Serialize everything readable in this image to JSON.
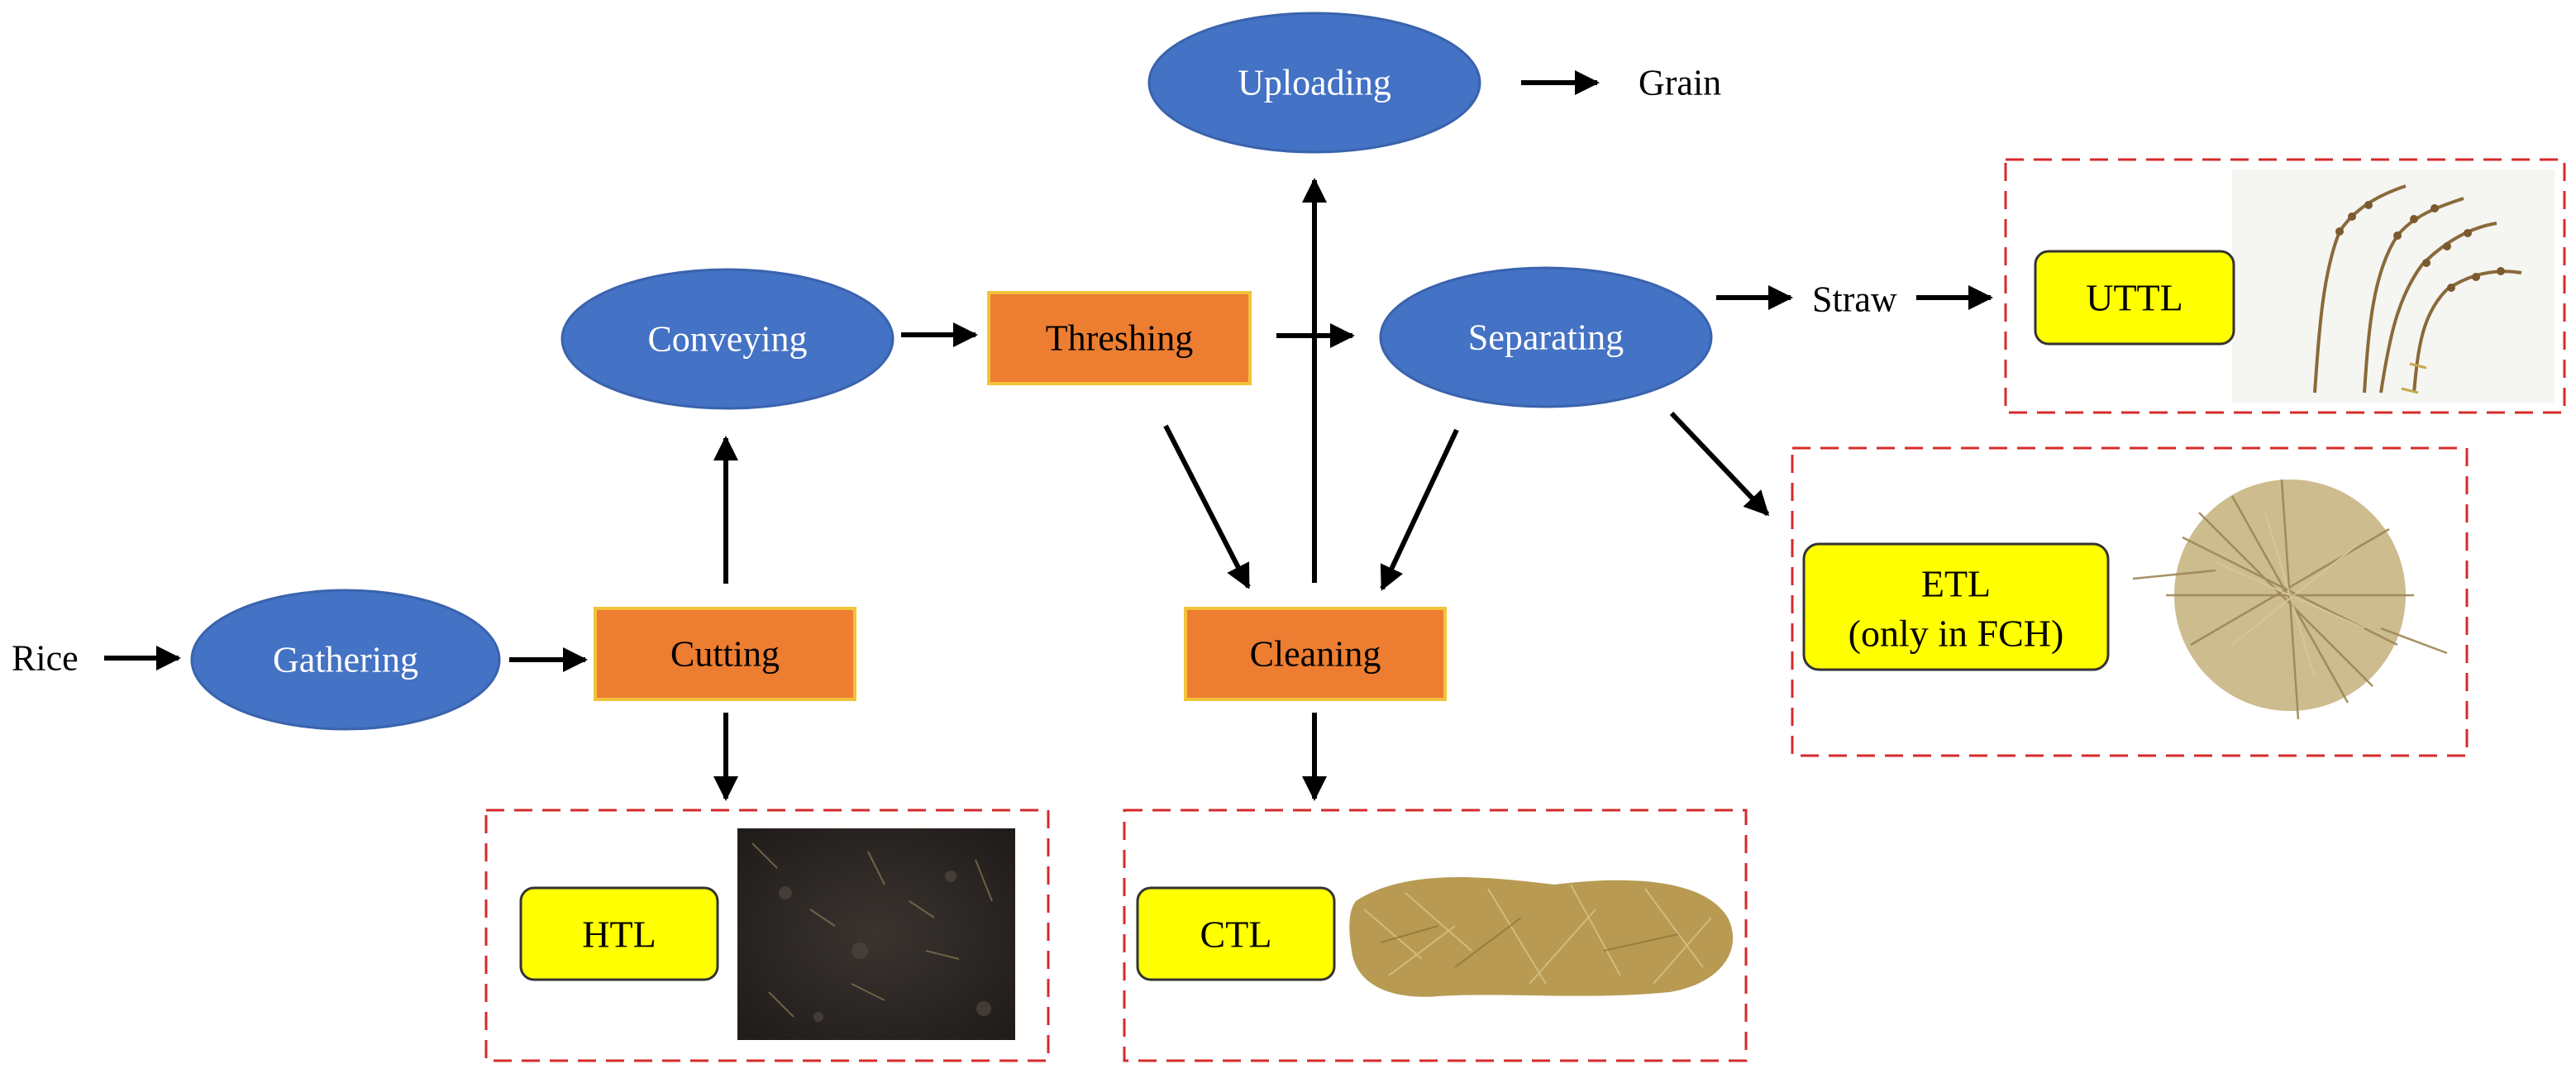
{
  "colors": {
    "process_ellipse": "#4472c4",
    "process_rect": "#ed7d31",
    "loss_label_bg": "#ffff00",
    "loss_box_border": "#d62b2b"
  },
  "diagram": {
    "inputs": {
      "rice": "Rice"
    },
    "outputs": {
      "grain": "Grain",
      "straw": "Straw"
    },
    "stages": {
      "gathering": "Gathering",
      "cutting": "Cutting",
      "conveying": "Conveying",
      "threshing": "Threshing",
      "uploading": "Uploading",
      "separating": "Separating",
      "cleaning": "Cleaning"
    },
    "losses": {
      "htl": "HTL",
      "ctl": "CTL",
      "uttl": "UTTL",
      "etl_line1": "ETL",
      "etl_line2": "(only in FCH)"
    },
    "images": {
      "htl": "soil-photo",
      "ctl": "straw-pile-photo",
      "uttl": "rice-panicle-photo",
      "etl": "straw-tangle-photo"
    }
  }
}
